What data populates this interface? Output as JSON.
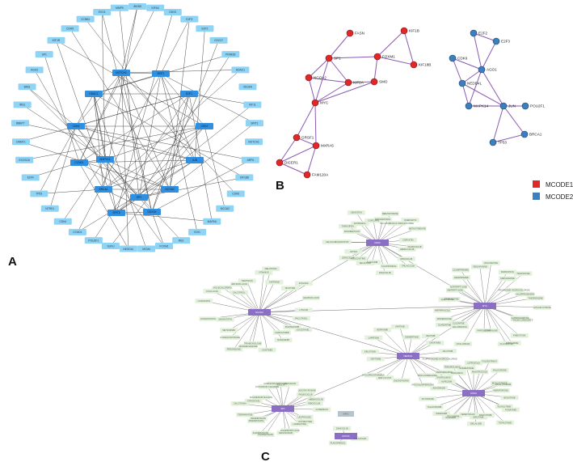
{
  "colors": {
    "a_node": "#8fd3f5",
    "a_hub": "#2f8fe0",
    "a_edge": "#3a3a3a",
    "b_mcode1": "#e02828",
    "b_mcode2": "#3b7fbf",
    "b_edge": "#8a5ab0",
    "c_drug": "#e3f1dc",
    "c_hub": "#8a6fc4",
    "c_grey": "#b8c4cc",
    "c_edge": "#4a4a4a"
  },
  "panel_a": {
    "letter": "A",
    "ring_nodes": [
      "JMJD6",
      "KIF4A",
      "DDX3",
      "E2F3",
      "E2F2",
      "CDC27",
      "PRIM2B",
      "HDAC1",
      "VEGFA",
      "KIF11",
      "SIRT1",
      "NOTCH1",
      "ARF6",
      "KIF18B",
      "CDK6",
      "NCOA2",
      "MAPK6",
      "IDH1",
      "RB1",
      "FOXM1",
      "MCM4",
      "NEDD4L",
      "SUFU",
      "POU2F1",
      "CCND1",
      "CDK4",
      "NTRK1",
      "TP53",
      "E2F4",
      "EXOSC8",
      "DNMT1",
      "RBBP7",
      "IRS1",
      "BMI1",
      "AGO2",
      "SP1",
      "IGF1R",
      "CDH5",
      "CCNB1",
      "EXO1",
      "MMP9"
    ],
    "hub_nodes": [
      "NOTCH1",
      "SIRT1",
      "HDAC1",
      "E2F1",
      "CDK6",
      "CDK2",
      "MAPK14",
      "CCND1",
      "JUN",
      "BRCA1",
      "NCOA2",
      "SP1",
      "SIRT6",
      "DDX3X"
    ]
  },
  "panel_b": {
    "letter": "B",
    "mcode1_nodes": [
      "FASN",
      "KIF1B",
      "SP1",
      "FOXM1",
      "NCOA2",
      "KIF2A",
      "KIF18B",
      "SMO",
      "MYC",
      "GRSF1",
      "MXRA5",
      "DICER1",
      "FAM120A"
    ],
    "mcode2_nodes": [
      "E2F2",
      "E2F3",
      "CDK6",
      "AGO1",
      "NEDD4L",
      "MAPK14",
      "JUN",
      "POU2F1",
      "BRCA1",
      "TP53"
    ],
    "legend": [
      {
        "label": "MCODE1",
        "color": "#e02828"
      },
      {
        "label": "MCODE2",
        "color": "#3b7fbf"
      }
    ]
  },
  "panel_c": {
    "letter": "C",
    "hubs": [
      "CDK6",
      "NCOA2",
      "MYC",
      "NEDD4L",
      "KIF2A",
      "SP1",
      "DDX3X"
    ],
    "grey_node": "SIRT1",
    "drugs": [
      "PALBOCICLIB",
      "ABEMACICLIB",
      "RIBOCICLIB",
      "TRILACICLIB",
      "FLAVOPIRIDOL",
      "DINACICLIB",
      "ALVOCIDIB",
      "SELICICLIB",
      "ROSCOVITINE",
      "LEROCICLIB",
      "AT7519",
      "MILCICLIB",
      "VORINOSTAT",
      "PANOBINOSTAT",
      "TAMOXIFEN",
      "ESTRADIOL",
      "GENISTEIN",
      "CURCUMIN",
      "RESVERATROL",
      "BENZOPYRENE",
      "DOXORUBICIN HYDROCHLORIDE",
      "QUERCETIN",
      "METHOTREXATE",
      "CISPLATIN",
      "PACLITAXEL",
      "DOCETAXEL",
      "BORTEZOMIB",
      "CARFILZOMIB",
      "SORAFENIB",
      "SUNITINIB",
      "TRIAMCINOLONE",
      "DEXAMETHASONE",
      "PREDNISONE",
      "HYDROCORTISONE",
      "METFORMIN",
      "SIMVASTATIN",
      "ATORVASTATIN",
      "LOVASTATIN",
      "FOLIC ACID",
      "CHOLECALCIFEROL",
      "CALCITRIOL",
      "RETINOIC ACID",
      "TRETINOIN",
      "VITAMIN E",
      "MELATONIN",
      "CAFFEINE",
      "NICOTINE",
      "ETHANOL",
      "VALPROIC ACID",
      "LITHIUM",
      "LITHIUM CITRATE",
      "LITHIUM CARBONATE",
      "CARBAMAZEPINE",
      "PHENYTOIN",
      "IMIPRAMINE",
      "FLUOXETINE",
      "SERTRALINE",
      "PAROXETINE",
      "CITALOPRAM",
      "HALOPERIDOL",
      "CLOZAPINE",
      "OLANZAPINE",
      "RISPERIDONE",
      "ARIPIPRAZOLE",
      "QUETIAPINE",
      "ZIPRASIDONE",
      "AMITRIPTYLINE",
      "NORTRIPTYLINE",
      "DESIPRAMINE",
      "CLOMIPRAMINE",
      "VENLAFAXINE",
      "DULOXETINE",
      "BUPROPION",
      "MIRTAZAPINE",
      "TRAZODONE",
      "PROMAZINE HYDROCHLORIDE",
      "CHLORPROMAZINE",
      "THIORIDAZINE",
      "FLUPHENAZINE HYDROCHLORIDE",
      "PERPHENAZINE",
      "TRIFLUOPERAZINE",
      "PROCHLORPERAZINE",
      "ENZASTAURIN",
      "ARRY-371797",
      "CYCLOPHOSPHAMIDE",
      "GEFITINIB",
      "ERLOTINIB",
      "LAPATINIB",
      "NERATINIB",
      "AFATINIB",
      "OSIMERTINIB",
      "IMATINIB",
      "DASATINIB",
      "NILOTINIB",
      "BOSUTINIB",
      "PONATINIB",
      "RUXOLITINIB",
      "TOFACITINIB",
      "BARICITINIB",
      "IBRUTINIB",
      "IDELALISIB",
      "VENETOCLAX",
      "OLAPARIB",
      "RUCAPARIB",
      "NIRAPARIB",
      "TALAZOPARIB",
      "SOTORASIB",
      "ADAGRASIB",
      "ALPELISIB",
      "EVEROLIMUS",
      "TEMSIROLIMUS",
      "SIROLIMUS",
      "EXEMESTANE",
      "LETROZOLE",
      "ANASTROZOLE",
      "FULVESTRANT",
      "RALOXIFENE",
      "BICALUTAMIDE",
      "ENZALUTAMIDE",
      "ABIRATERONE",
      "GOSERELIN",
      "LEUPROLIDE",
      "OCTREOTIDE",
      "LANREOTIDE",
      "ZOLEDRONIC ACID",
      "DENOSUMAB",
      "PAMIDRONATE",
      "ALENDRONATE",
      "RISEDRONATE",
      "IBANDRONATE",
      "TERIPARATIDE",
      "CALCITONIN",
      "STRONTIUM",
      "MAGNESIUM SULFATE",
      "POTASSIUM CHLORIDE",
      "SODIUM BICARBONATE",
      "INSULIN",
      "GLUCAGON",
      "LEVOTHYROXINE"
    ]
  }
}
